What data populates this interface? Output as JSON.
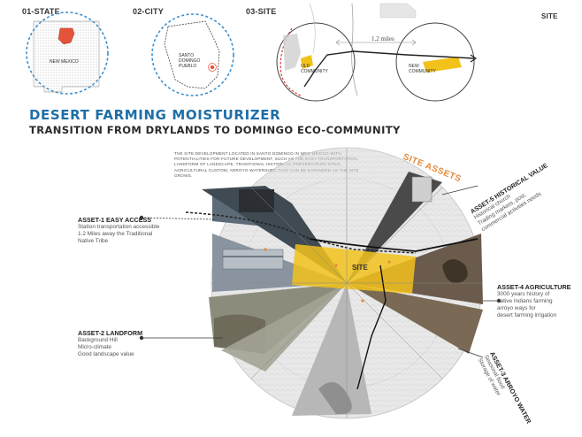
{
  "header": {
    "state_label": "01-STATE",
    "city_label": "02-CITY",
    "site_label": "03-SITE",
    "site_corner": "SITE",
    "state_map_text": "NEW MEXICO",
    "city_map_text": "SANTO DOMINGO PUEBLO",
    "distance": "1.2 miles",
    "old_community": "OLD COMMUNITY",
    "new_community": "NEW COMMUNITY"
  },
  "title": {
    "main": "DESERT FARMING MOISTURIZER",
    "subtitle": "TRANSITION FROM DRYLANDS TO DOMINGO ECO-COMMUNITY"
  },
  "description": "THE SITE DEVELOPMENT LOCATED IN SANTO DOMINGO IN NEW MEXICO WITH POTENTIALITIES FOR FUTURE DEVELOPMENT, SUCH AS THE EASY TRANSPORTATION, LANDFORM OF LANDSCAPE, TRADITIONAL HISTORICAL PRESERVATION SITES, AGRICULTURAL CUSTOM, ARROYO WATERSHED THAT CAN BE EXPANDED AS THE SITE GROWS.",
  "diagram": {
    "site_assets_label": "SITE ASSETS",
    "site_label": "SITE",
    "assets": [
      {
        "title": "ASSET-1 EASY ACCESS",
        "lines": [
          "Station transportation accessible",
          "1.2 Miles away the Traditional",
          "Native Tribe"
        ]
      },
      {
        "title": "ASSET-2 LANDFORM",
        "lines": [
          "Background Hill",
          "Micro-climate",
          "Good landscape value"
        ]
      },
      {
        "title": "ASSET-3 ARROYO WATER",
        "lines": [
          "Seasonal flood",
          "Storage of water"
        ]
      },
      {
        "title": "ASSET-4 AGRICULTURE",
        "lines": [
          "3000 years history of",
          "native Indians farming",
          "arroyo ways for",
          "desert farming irrigation"
        ]
      },
      {
        "title": "ASSET-5 HISTORICAL VALUE",
        "lines": [
          "Historical church",
          "Trading markets, post,",
          "commercial activities needs"
        ]
      }
    ]
  },
  "colors": {
    "accent_blue": "#1e6fa8",
    "accent_orange": "#e58a3c",
    "site_yellow": "#f2c21b",
    "dashed_circle": "#3a8fd0",
    "state_red": "#e5533a"
  }
}
